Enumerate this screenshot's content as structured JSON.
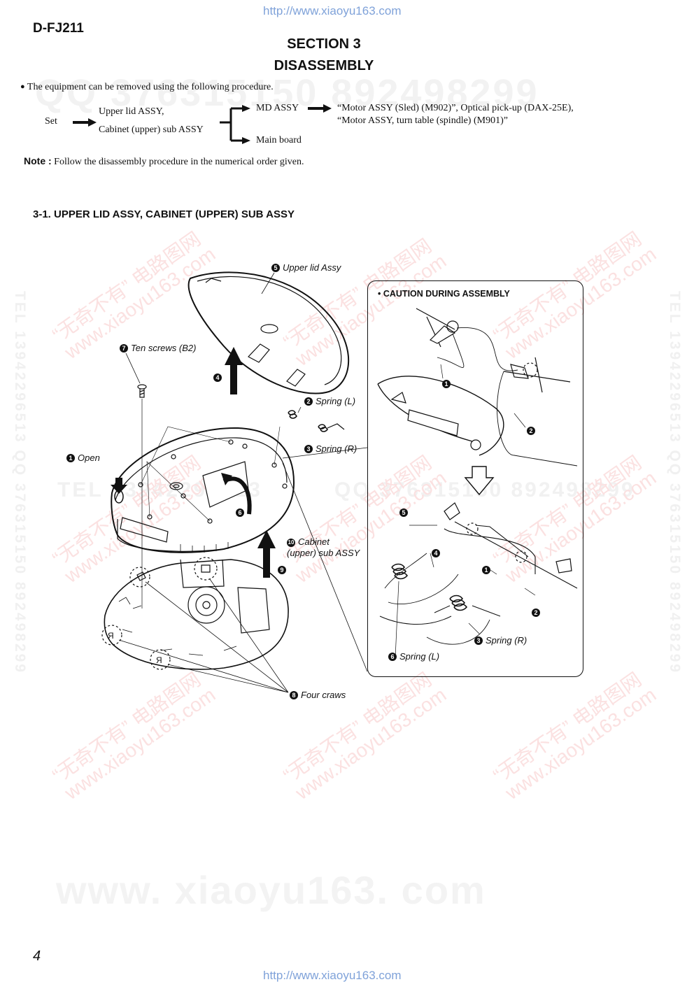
{
  "header": {
    "url_top": "http://www.xiaoyu163.com",
    "model": "D-FJ211",
    "section": "SECTION 3",
    "section_title": "DISASSEMBLY"
  },
  "intro": {
    "bullet_text": "The equipment can be removed using the following procedure."
  },
  "flow": {
    "set": "Set",
    "upper_lid": "Upper lid ASSY,",
    "cabinet_upper": "Cabinet (upper) sub ASSY",
    "md_assy": "MD ASSY",
    "main_board": "Main board",
    "motor_line1": "“Motor ASSY (Sled) (M902)”, Optical pick-up (DAX-25E),",
    "motor_line2": "“Motor ASSY, turn table (spindle) (M901)”"
  },
  "note": {
    "label": "Note :",
    "text": "Follow the disassembly procedure in the numerical order given."
  },
  "subsection": "3-1. UPPER LID ASSY, CABINET (UPPER) SUB ASSY",
  "callouts": {
    "c1": {
      "num": "1",
      "text": "Open"
    },
    "c2": {
      "num": "2",
      "text": "Spring (L)"
    },
    "c3": {
      "num": "3",
      "text": "Spring (R)"
    },
    "c4": {
      "num": "4"
    },
    "c5": {
      "num": "5",
      "text": "Upper lid Assy"
    },
    "c6": {
      "num": "6"
    },
    "c7": {
      "num": "7",
      "text": "Ten screws (B2)"
    },
    "c8": {
      "num": "8",
      "text": "Four craws"
    },
    "c9": {
      "num": "9"
    },
    "c10": {
      "num": "10",
      "text_1": "Cabinet",
      "text_2": "(upper) sub ASSY"
    }
  },
  "caution": {
    "title": "• CAUTION DURING ASSEMBLY",
    "n1": "1",
    "n2": "2",
    "n5": "5",
    "n4": "4",
    "n1b": "1",
    "n2b": "2",
    "spring_r": {
      "num": "3",
      "text": "Spring (R)"
    },
    "spring_l": {
      "num": "6",
      "text": "Spring (L)"
    }
  },
  "watermarks": {
    "qq_top": "QQ 376315150   892498299",
    "tel_mid": "TEL 13942296513",
    "qq_mid": "QQ 376315150  892498299",
    "side_left": "TEL 13942296513  QQ 376315150  892498299",
    "side_right": "TEL 13942296513  QQ 376315150  892498299",
    "diag_line1": "“无奇不有” 电路图网",
    "diag_line2": "www.xiaoyu163.com",
    "big_bottom": "www. xiaoyu163. com"
  },
  "footer": {
    "page_number": "4",
    "url_bottom": "http://www.xiaoyu163.com"
  }
}
